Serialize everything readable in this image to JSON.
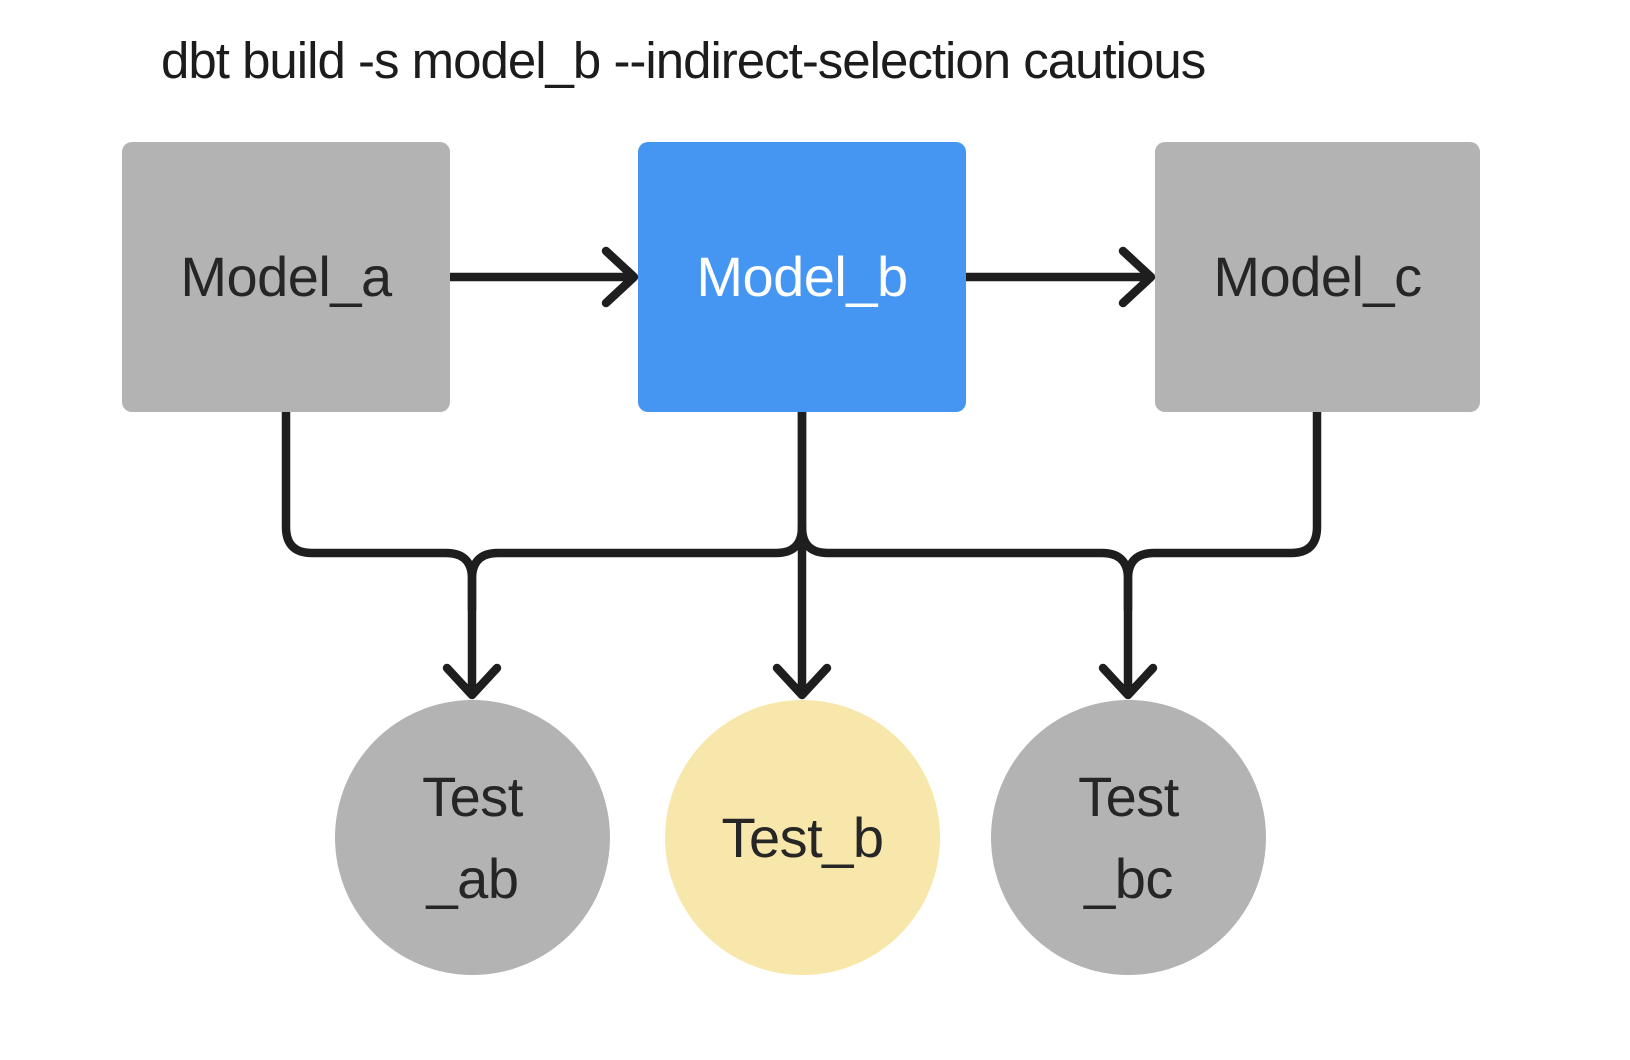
{
  "title": "dbt build -s model_b --indirect-selection cautious",
  "colors": {
    "background": "#ffffff",
    "node_gray": "#b3b3b3",
    "node_selected_blue": "#4596f2",
    "node_indirect_yellow": "#f8e7ab",
    "edge_black": "#1e1e1e",
    "label_dark": "#262626",
    "label_light": "#ffffff"
  },
  "nodes": {
    "models": [
      {
        "id": "model_a",
        "label": "Model_a",
        "state": "unselected"
      },
      {
        "id": "model_b",
        "label": "Model_b",
        "state": "selected"
      },
      {
        "id": "model_c",
        "label": "Model_c",
        "state": "unselected"
      }
    ],
    "tests": [
      {
        "id": "test_ab",
        "line1": "Test",
        "line2": "_ab",
        "state": "unselected"
      },
      {
        "id": "test_b",
        "line1": "Test_b",
        "line2": "",
        "state": "indirectly-selected"
      },
      {
        "id": "test_bc",
        "line1": "Test",
        "line2": "_bc",
        "state": "unselected"
      }
    ]
  },
  "edges": [
    {
      "from": "model_a",
      "to": "model_b"
    },
    {
      "from": "model_b",
      "to": "model_c"
    },
    {
      "from": "model_a",
      "to": "test_ab"
    },
    {
      "from": "model_b",
      "to": "test_ab"
    },
    {
      "from": "model_b",
      "to": "test_b"
    },
    {
      "from": "model_b",
      "to": "test_bc"
    },
    {
      "from": "model_c",
      "to": "test_bc"
    }
  ]
}
